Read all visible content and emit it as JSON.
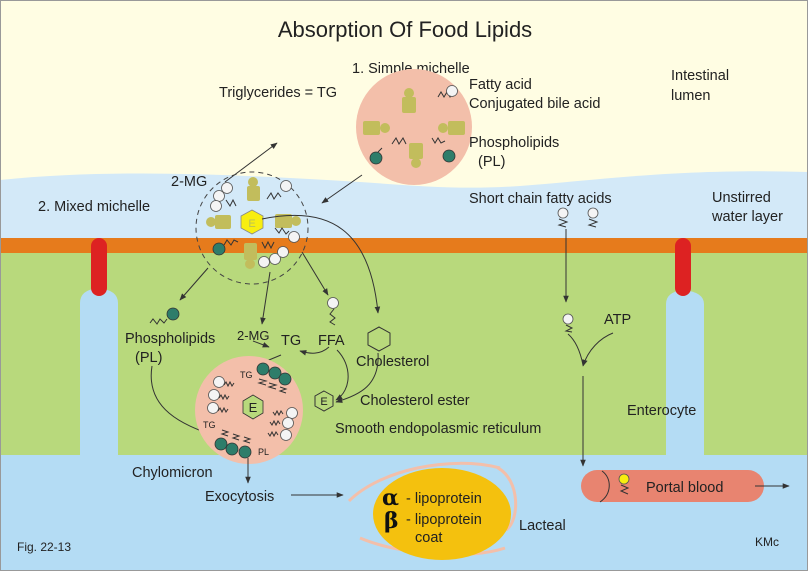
{
  "title": "Absorption Of Food Lipids",
  "colors": {
    "lumen": "#fffde3",
    "water_layer": "#d3e9f8",
    "membrane": "#e67b1c",
    "cytoplasm": "#b8d97c",
    "blood": "#b4dcf4",
    "villus": "#b4dcf4",
    "tight_junction": "#dd2222",
    "micelle": "#f3bfaa",
    "bile_acid": "#c2bd5c",
    "phospholipid_head": "#2e7d6a",
    "fatty_acid_head": "#f4f4f4",
    "ester_hex": "#f8ee10",
    "lipoprotein": "#f4c10e",
    "portal_blood": "#e88470",
    "portal_dot": "#f8ee10"
  },
  "regions": {
    "lumen_label": [
      "Intestinal",
      "lumen"
    ],
    "water_label": [
      "Unstirred",
      "water layer"
    ],
    "enterocyte_label": "Enterocyte",
    "lacteal_label": "Lacteal"
  },
  "simple_micelle": {
    "label": "1. Simple michelle",
    "triglycerides": "Triglycerides = TG",
    "legend": {
      "fatty_acid": "Fatty acid",
      "bile_acid": "Conjugated bile acid",
      "phospholipids": [
        "Phospholipids",
        "(PL)"
      ]
    }
  },
  "mixed_micelle": {
    "label": "2. Mixed michelle",
    "mg_label": "2-MG",
    "ester_glyph": "E"
  },
  "short_chain": {
    "label": "Short chain fatty acids",
    "atp": "ATP"
  },
  "er": {
    "phospholipids": [
      "Phospholipids",
      "(PL)"
    ],
    "mg": "2-MG",
    "tg": "TG",
    "ffa": "FFA",
    "cholesterol": "Cholesterol",
    "cholesterol_ester": "Cholesterol ester",
    "ester_glyph": "E",
    "smooth_er": "Smooth endopolasmic reticulum"
  },
  "chylomicron": {
    "label": "Chylomicron",
    "tg_top": "TG",
    "tg_bottom": "TG",
    "pl": "PL",
    "ester_glyph": "E",
    "exocytosis": "Exocytosis"
  },
  "lipoprotein": {
    "alpha": "α",
    "beta": "β",
    "line1": "- lipoprotein",
    "line2": "- lipoprotein",
    "line3": "coat"
  },
  "portal": {
    "label": "Portal blood"
  },
  "footer": {
    "figure": "Fig. 22-13",
    "credit": "KMc"
  }
}
